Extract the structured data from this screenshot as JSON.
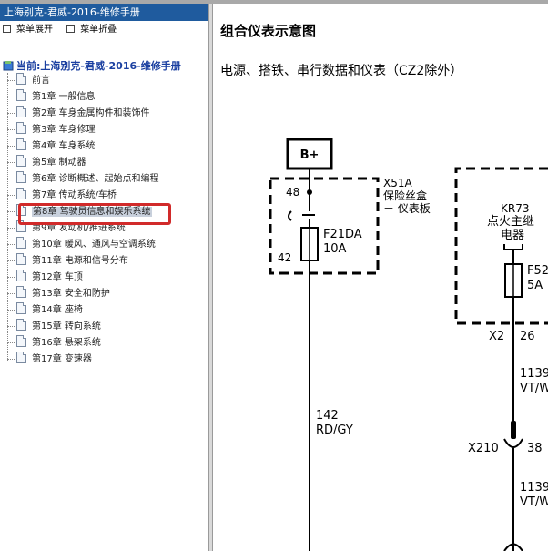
{
  "sidebar": {
    "title": "上海别克-君威-2016-维修手册",
    "expand_label": "菜单展开",
    "collapse_label": "菜单折叠",
    "root_label": "当前:上海别克-君威-2016-维修手册",
    "items": [
      {
        "label": "前言"
      },
      {
        "label": "第1章 一般信息"
      },
      {
        "label": "第2章 车身金属构件和装饰件"
      },
      {
        "label": "第3章 车身修理"
      },
      {
        "label": "第4章 车身系统"
      },
      {
        "label": "第5章 制动器"
      },
      {
        "label": "第6章 诊断概述、起始点和编程"
      },
      {
        "label": "第7章 传动系统/车桥"
      },
      {
        "label": "第8章 驾驶员信息和娱乐系统",
        "selected": true
      },
      {
        "label": "第9章 发动机/推进系统"
      },
      {
        "label": "第10章 暖风、通风与空调系统"
      },
      {
        "label": "第11章 电源和信号分布"
      },
      {
        "label": "第12章 车顶"
      },
      {
        "label": "第13章 安全和防护"
      },
      {
        "label": "第14章 座椅"
      },
      {
        "label": "第15章 转向系统"
      },
      {
        "label": "第16章 悬架系统"
      },
      {
        "label": "第17章 变速器"
      }
    ]
  },
  "document": {
    "title": "组合仪表示意图",
    "subtitle": "电源、搭铁、串行数据和仪表（CZ2除外）"
  },
  "diagram": {
    "bplus": "B+",
    "x51a_id": "X51A",
    "x51a_name1": "保险丝盒",
    "x51a_name2": "－ 仪表板",
    "pin48": "48",
    "pin42": "42",
    "fuse1_name": "F21DA",
    "fuse1_rating": "10A",
    "kr73_id": "KR73",
    "kr73_name1": "点火主继",
    "kr73_name2": "电器",
    "fuse2_name": "F52",
    "fuse2_rating": "5A",
    "x2_label": "X2",
    "pin26": "26",
    "wire1_num": "142",
    "wire1_color": "RD/GY",
    "wire2_num": "1139",
    "wire2_color": "VT/W",
    "x210_label": "X210",
    "pin38": "38",
    "wire3_num": "1139",
    "wire3_color": "VT/W"
  }
}
